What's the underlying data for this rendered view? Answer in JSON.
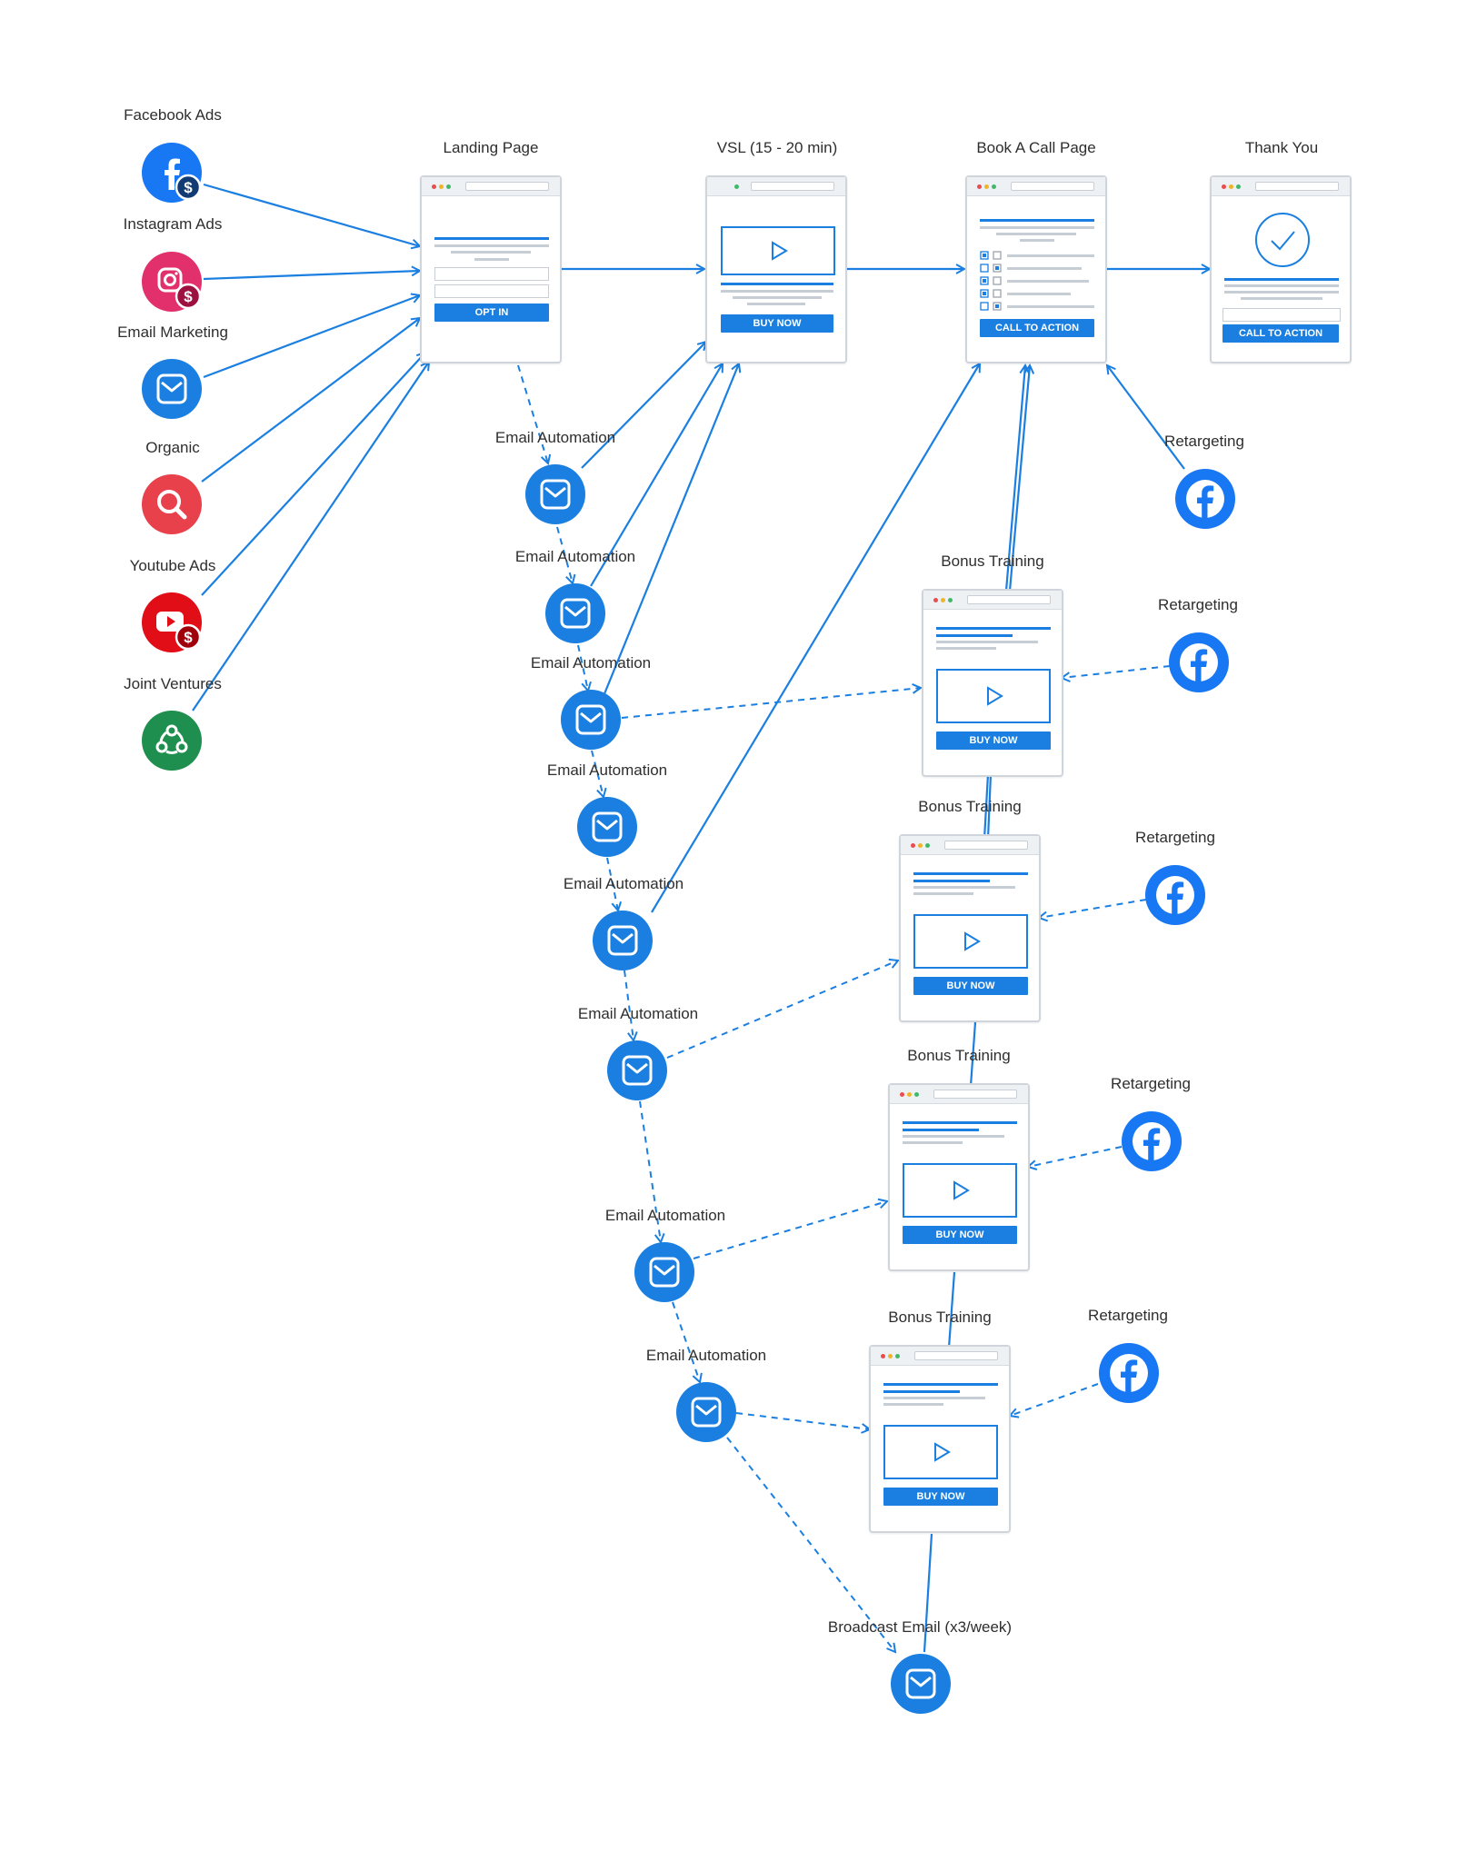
{
  "colors": {
    "accent": "#1a7fe0",
    "facebook": "#1877f2",
    "instagram": "#e1306c",
    "organic": "#e8414b",
    "youtube": "#e10d17",
    "joint": "#1e8f4e"
  },
  "sources": [
    {
      "label": "Facebook Ads",
      "icon": "facebook-dollar-icon"
    },
    {
      "label": "Instagram Ads",
      "icon": "instagram-dollar-icon"
    },
    {
      "label": "Email Marketing",
      "icon": "mail-icon"
    },
    {
      "label": "Organic",
      "icon": "search-icon"
    },
    {
      "label": "Youtube Ads",
      "icon": "youtube-dollar-icon"
    },
    {
      "label": "Joint Ventures",
      "icon": "share-icon"
    }
  ],
  "pages": {
    "landing": {
      "title": "Landing Page",
      "button": "OPT IN"
    },
    "vsl": {
      "title": "VSL (15 - 20 min)",
      "button": "BUY NOW"
    },
    "call": {
      "title": "Book A Call Page",
      "button": "CALL TO ACTION"
    },
    "thanks": {
      "title": "Thank You",
      "button": "CALL TO ACTION"
    }
  },
  "bonus": [
    {
      "title": "Bonus Training",
      "button": "BUY NOW"
    },
    {
      "title": "Bonus Training",
      "button": "BUY NOW"
    },
    {
      "title": "Bonus Training",
      "button": "BUY NOW"
    },
    {
      "title": "Bonus Training",
      "button": "BUY NOW"
    }
  ],
  "retargeting": [
    "Retargeting",
    "Retargeting",
    "Retargeting",
    "Retargeting",
    "Retargeting"
  ],
  "emails": [
    "Email Automation",
    "Email Automation",
    "Email Automation",
    "Email Automation",
    "Email Automation",
    "Email Automation",
    "Email Automation",
    "Email Automation"
  ],
  "broadcast": "Broadcast Email (x3/week)"
}
